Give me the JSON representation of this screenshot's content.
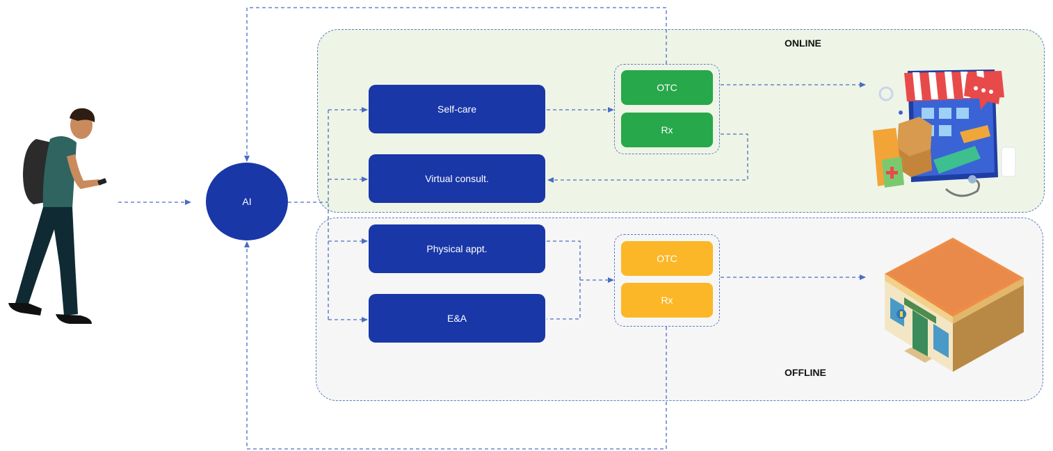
{
  "regions": {
    "online": {
      "label": "ONLINE",
      "color": "#eef5e6"
    },
    "offline": {
      "label": "OFFLINE",
      "color": "#f6f6f6"
    }
  },
  "ai": {
    "label": "AI",
    "color": "#1a37a8"
  },
  "services": {
    "self_care": "Self-care",
    "virtual_consult": "Virtual consult.",
    "physical_appt": "Physical appt.",
    "ea": "E&A"
  },
  "online_pharmacy": {
    "otc": "OTC",
    "rx": "Rx",
    "color": "#27a84a"
  },
  "offline_pharmacy": {
    "otc": "OTC",
    "rx": "Rx",
    "color": "#fbb728"
  },
  "illustrations": {
    "person": "person-walking-with-phone-illustration",
    "online_store": "online-store-laptop-illustration",
    "physical_store": "physical-pharmacy-building-illustration"
  },
  "colors": {
    "connector": "#4a6cc4",
    "box": "#1a37a8"
  }
}
